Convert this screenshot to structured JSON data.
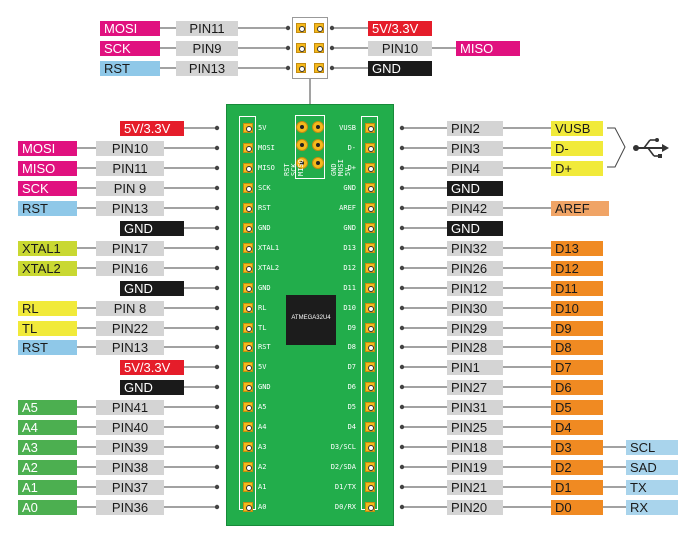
{
  "colors": {
    "MOSI": "#e0117f",
    "MISO": "#e0117f",
    "SCK": "#e0117f",
    "RST": "#8fc8e8",
    "POWER": "#e51d2a",
    "GND": "#1a1a1a",
    "XTAL": "#c9d832",
    "RL": "#f1ea3a",
    "TL": "#f1ea3a",
    "ANALOG": "#4caf50",
    "DIGITAL": "#f08a22",
    "PIN": "#d4d4d4",
    "ALT": "#a9d4ec",
    "USB": "#f1ea3a",
    "AREF": "#f0a466",
    "PCB": "#22ad4b",
    "PAD": "#f5b91c"
  },
  "icsp": {
    "left": [
      {
        "func": "MOSI",
        "pin": "PIN11"
      },
      {
        "func": "SCK",
        "pin": "PIN9"
      },
      {
        "func": "RST",
        "pin": "PIN13"
      }
    ],
    "right": [
      {
        "func": "5V/3.3V",
        "pin": ""
      },
      {
        "func": "MISO",
        "pin": "PIN10"
      },
      {
        "func": "GND",
        "pin": ""
      }
    ]
  },
  "header_silk": {
    "left": [
      "RST",
      "SCK",
      "MISO"
    ],
    "right": [
      "GND",
      "MOSI",
      "5V"
    ]
  },
  "chip_label": "ATMEGA32U4",
  "left_rows": [
    {
      "func": "5V/3.3V",
      "pin": "",
      "silk": "5V",
      "type": "POWER"
    },
    {
      "func": "MOSI",
      "pin": "PIN10",
      "silk": "MOSI",
      "type": "MOSI"
    },
    {
      "func": "MISO",
      "pin": "PIN11",
      "silk": "MISO",
      "type": "MISO"
    },
    {
      "func": "SCK",
      "pin": "PIN 9",
      "silk": "SCK",
      "type": "SCK"
    },
    {
      "func": "RST",
      "pin": "PIN13",
      "silk": "RST",
      "type": "RST"
    },
    {
      "func": "GND",
      "pin": "",
      "silk": "GND",
      "type": "GND"
    },
    {
      "func": "XTAL1",
      "pin": "PIN17",
      "silk": "XTAL1",
      "type": "XTAL"
    },
    {
      "func": "XTAL2",
      "pin": "PIN16",
      "silk": "XTAL2",
      "type": "XTAL"
    },
    {
      "func": "GND",
      "pin": "",
      "silk": "GND",
      "type": "GND"
    },
    {
      "func": "RL",
      "pin": "PIN 8",
      "silk": "RL",
      "type": "RL"
    },
    {
      "func": "TL",
      "pin": "PIN22",
      "silk": "TL",
      "type": "TL"
    },
    {
      "func": "RST",
      "pin": "PIN13",
      "silk": "RST",
      "type": "RST"
    },
    {
      "func": "5V/3.3V",
      "pin": "",
      "silk": "5V",
      "type": "POWER"
    },
    {
      "func": "GND",
      "pin": "",
      "silk": "GND",
      "type": "GND"
    },
    {
      "func": "A5",
      "pin": "PIN41",
      "silk": "A5",
      "type": "ANALOG"
    },
    {
      "func": "A4",
      "pin": "PIN40",
      "silk": "A4",
      "type": "ANALOG"
    },
    {
      "func": "A3",
      "pin": "PIN39",
      "silk": "A3",
      "type": "ANALOG"
    },
    {
      "func": "A2",
      "pin": "PIN38",
      "silk": "A2",
      "type": "ANALOG"
    },
    {
      "func": "A1",
      "pin": "PIN37",
      "silk": "A1",
      "type": "ANALOG"
    },
    {
      "func": "A0",
      "pin": "PIN36",
      "silk": "A0",
      "type": "ANALOG"
    }
  ],
  "right_rows": [
    {
      "pin": "PIN2",
      "func": "VUSB",
      "silk": "VUSB",
      "type": "USB",
      "alt": ""
    },
    {
      "pin": "PIN3",
      "func": "D-",
      "silk": "D-",
      "type": "USB",
      "alt": ""
    },
    {
      "pin": "PIN4",
      "func": "D+",
      "silk": "D+",
      "type": "USB",
      "alt": ""
    },
    {
      "pin": "GND",
      "func": "",
      "silk": "GND",
      "type": "GND",
      "alt": ""
    },
    {
      "pin": "PIN42",
      "func": "AREF",
      "silk": "AREF",
      "type": "AREF",
      "alt": ""
    },
    {
      "pin": "GND",
      "func": "",
      "silk": "GND",
      "type": "GND",
      "alt": ""
    },
    {
      "pin": "PIN32",
      "func": "D13",
      "silk": "D13",
      "type": "DIGITAL",
      "alt": ""
    },
    {
      "pin": "PIN26",
      "func": "D12",
      "silk": "D12",
      "type": "DIGITAL",
      "alt": ""
    },
    {
      "pin": "PIN12",
      "func": "D11",
      "silk": "D11",
      "type": "DIGITAL",
      "alt": ""
    },
    {
      "pin": "PIN30",
      "func": "D10",
      "silk": "D10",
      "type": "DIGITAL",
      "alt": ""
    },
    {
      "pin": "PIN29",
      "func": "D9",
      "silk": "D9",
      "type": "DIGITAL",
      "alt": ""
    },
    {
      "pin": "PIN28",
      "func": "D8",
      "silk": "D8",
      "type": "DIGITAL",
      "alt": ""
    },
    {
      "pin": "PIN1",
      "func": "D7",
      "silk": "D7",
      "type": "DIGITAL",
      "alt": ""
    },
    {
      "pin": "PIN27",
      "func": "D6",
      "silk": "D6",
      "type": "DIGITAL",
      "alt": ""
    },
    {
      "pin": "PIN31",
      "func": "D5",
      "silk": "D5",
      "type": "DIGITAL",
      "alt": ""
    },
    {
      "pin": "PIN25",
      "func": "D4",
      "silk": "D4",
      "type": "DIGITAL",
      "alt": ""
    },
    {
      "pin": "PIN18",
      "func": "D3",
      "silk": "D3/SCL",
      "type": "DIGITAL",
      "alt": "SCL"
    },
    {
      "pin": "PIN19",
      "func": "D2",
      "silk": "D2/SDA",
      "type": "DIGITAL",
      "alt": "SAD"
    },
    {
      "pin": "PIN21",
      "func": "D1",
      "silk": "D1/TX",
      "type": "DIGITAL",
      "alt": "TX"
    },
    {
      "pin": "PIN20",
      "func": "D0",
      "silk": "D0/RX",
      "type": "DIGITAL",
      "alt": "RX"
    }
  ],
  "usb_icon": "usb-icon"
}
